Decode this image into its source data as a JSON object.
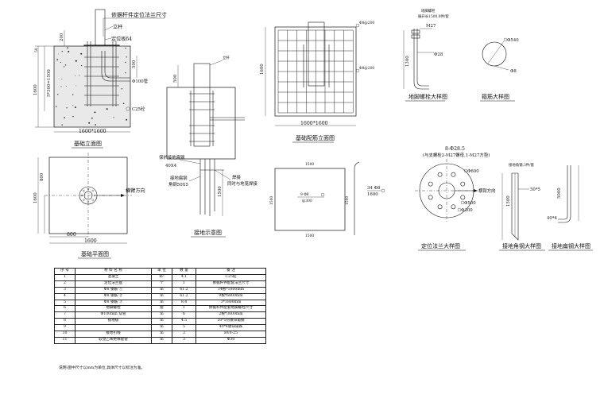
{
  "elevation": {
    "top_note": "依据杆件定位法兰尺寸",
    "pole_label": "立杆",
    "plate_label": "定位板δ4",
    "dim_200": "200",
    "dim_50": "50",
    "dim_1300": "5*300=1500",
    "dim_1600v": "1600",
    "dim_1600h": "1600*1600",
    "dim_500": "500",
    "dim_1000": "Φ100管",
    "grade": "C25砼",
    "caption": "基础立面图"
  },
  "plan": {
    "dim_800v": "800",
    "dim_1600v": "1600",
    "dim_800h": "800",
    "dim_1600h": "1600",
    "arm_dir": "横臂方向",
    "caption": "基础平面图"
  },
  "grounding": {
    "pole_label": "立杆",
    "dim_500": "500",
    "dim_1500": "1500",
    "protect_label": "保护接地扁钢",
    "protect_spec": "40X4",
    "conn_label": "接地扁钢",
    "conn_spec": "角钢50X5",
    "weld_label": "焊接",
    "weld_note": "同时与地笼焊接",
    "caption": "接地示意图"
  },
  "rebar": {
    "dim_1600v": "1600",
    "dim_1600h": "1600*1600",
    "label_a": "Φ8@200",
    "label_b": "Φ8@200",
    "caption": "基础配筋立面图"
  },
  "bottom_mat": {
    "dim_top": "1500",
    "dim_bottom": "1500",
    "dim_left": "1500",
    "dim_right": "1500",
    "center_label": "9 Φ8",
    "center_sub": "@300",
    "hook_label": "34 Φ8",
    "hook_sub": "1600"
  },
  "anchor": {
    "title1": "地脚螺栓",
    "title2": "展开长1500,8件/套",
    "m27": "M27",
    "dim_28": "Φ28",
    "dim_1300": "1300",
    "caption": "地脚螺栓大样图"
  },
  "hoop": {
    "dim_540": "Φ540",
    "dim_8": "Φ8",
    "caption": "箍筋大样图"
  },
  "flange": {
    "title1": "8-Φ28.5",
    "title2": "(与支螺栓2-M27螺母,1-M27方垫)",
    "dim_600": "Φ600",
    "dim_500": "Φ500",
    "dim_300": "Φ300",
    "arm_dir": "横臂方向",
    "caption": "定位法兰大样图"
  },
  "angle": {
    "title": "接地角钢,3件/套",
    "dim_1500": "1500",
    "dim_50": "50*5",
    "caption": "接地角钢大样图"
  },
  "flatbar": {
    "dim_5000": "5000",
    "dim_40": "40*4",
    "caption": "接地扁钢大样图"
  },
  "table": {
    "headers": [
      "序 号",
      "材 料 名 称",
      "单 位",
      "数 量",
      "备 注"
    ],
    "rows": [
      [
        "1",
        "混凝土",
        "m³",
        "4.1",
        "C25砼"
      ],
      [
        "2",
        "定位法兰盘",
        "个",
        "1",
        "依据杆件配套法兰尺寸"
      ],
      [
        "3",
        "Φ8 钢筋 ①",
        "m",
        "61.2",
        "34根*1800mm"
      ],
      [
        "4",
        "Φ8 钢筋 ②",
        "m",
        "61.2",
        "9根*6800mm"
      ],
      [
        "5",
        "Φ8 钢筋 ③",
        "m",
        "8.4",
        "3*1800mm"
      ],
      [
        "6",
        "地脚螺栓",
        "套",
        "1",
        "依据杆件配套地脚螺栓尺寸"
      ],
      [
        "7",
        "Φ100mm 穿管",
        "m",
        "6",
        "2根*3000mm"
      ],
      [
        "8",
        "接地极",
        "m",
        "4.5",
        "50*5热镀锌角钢"
      ],
      [
        "9",
        "",
        "m",
        "5",
        "40*4镀锌扁铁"
      ],
      [
        "10",
        "接地引线",
        "m",
        "3",
        "BV0-25"
      ],
      [
        "11",
        "软塑乙烯绝缘套管",
        "m",
        "3",
        "Φ30"
      ]
    ]
  },
  "note": "说明:图中尺寸以mm为单位,具体尺寸以标注为准。"
}
